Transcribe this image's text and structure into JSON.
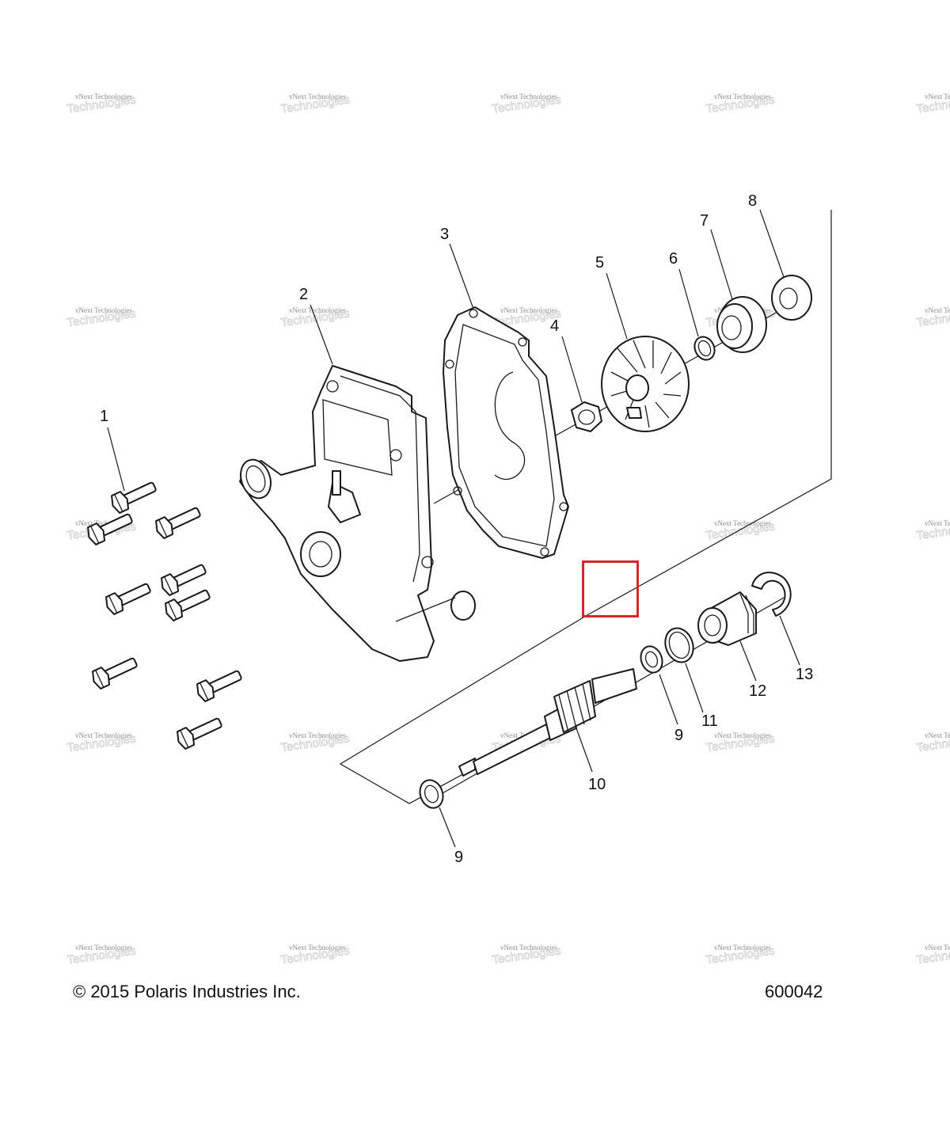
{
  "watermark": {
    "line1": "vNext Technologies",
    "line2": "Technologies"
  },
  "callouts": [
    {
      "number": "1",
      "part": "bolt"
    },
    {
      "number": "2",
      "part": "water-pump-cover"
    },
    {
      "number": "3",
      "part": "gasket"
    },
    {
      "number": "4",
      "part": "nut"
    },
    {
      "number": "5",
      "part": "impeller"
    },
    {
      "number": "6",
      "part": "o-ring"
    },
    {
      "number": "7",
      "part": "bearing"
    },
    {
      "number": "8",
      "part": "seal"
    },
    {
      "number": "9",
      "part": "washer"
    },
    {
      "number": "10",
      "part": "shaft"
    },
    {
      "number": "11",
      "part": "o-ring"
    },
    {
      "number": "12",
      "part": "bushing"
    },
    {
      "number": "13",
      "part": "snap-ring"
    },
    {
      "number": "9",
      "part": "washer"
    }
  ],
  "footer": {
    "copyright": "© 2015 Polaris Industries Inc.",
    "diagram_id": "600042"
  },
  "highlight_color": "#d8242b"
}
